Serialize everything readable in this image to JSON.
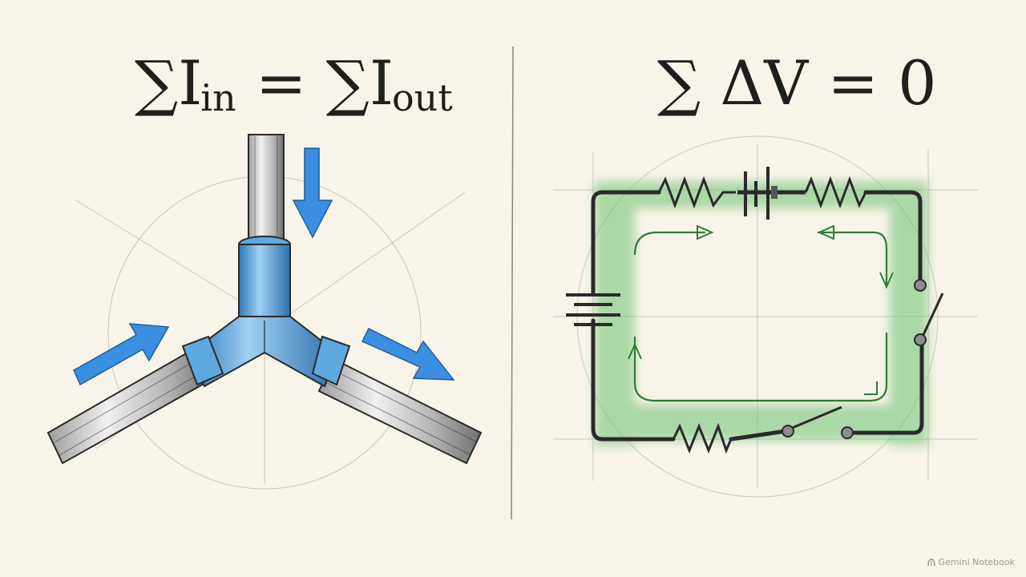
{
  "equations": {
    "left": {
      "sum": "∑",
      "i": "I",
      "in_sub": "in",
      "eq": "=",
      "sum2": "∑",
      "i2": "I",
      "out_sub": "out"
    },
    "right": {
      "text": "∑ ΔV = 0"
    }
  },
  "watermark": {
    "text": "Gemini Notebook",
    "icon": "gemini-notebook-icon"
  },
  "colors": {
    "background": "#f8f4e9",
    "pipe_blue": "#4f9ad8",
    "arrow_blue": "#3a8fe0",
    "loop_green": "#4caf50",
    "ink": "#2a2a2a"
  }
}
